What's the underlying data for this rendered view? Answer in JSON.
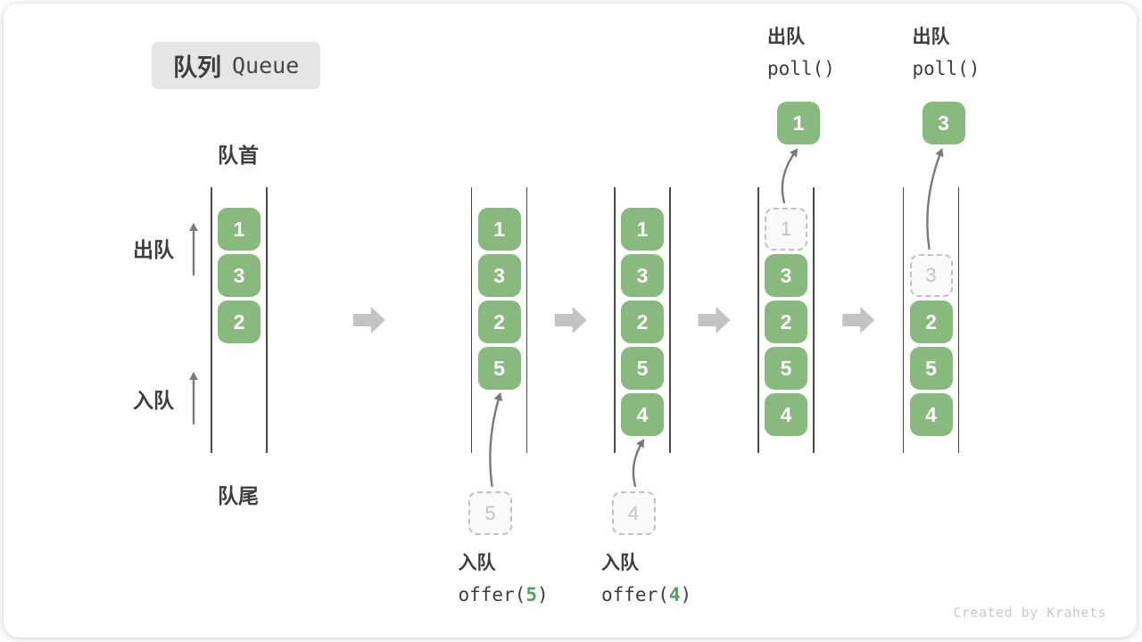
{
  "title": {
    "zh": "队列",
    "en": "Queue"
  },
  "side_labels": {
    "front": "队首",
    "rear": "队尾",
    "dequeue": "出队",
    "enqueue": "入队"
  },
  "watermark": "Created by Krahets",
  "colors": {
    "green": "#87ba7c",
    "box_text": "#ffffff",
    "title_bg": "#e6e6e6",
    "text_dark": "#3d3d3d",
    "block_arrow": "#c3c3c3",
    "thin_arrow": "#7a7a7a",
    "channel_line": "#4a4a4a",
    "dashed_border": "#c1c1c1",
    "dashed_text": "#c4c4c4",
    "code_arg_green": "#52a15a",
    "watermark_gray": "#c9c9c9"
  },
  "icons": {
    "flow_arrow": "block-arrow-right-icon",
    "up_arrow": "up-arrow-icon",
    "curved_arrow": "curved-arrow-icon"
  },
  "states": [
    {
      "name": "initial",
      "boxes": [
        {
          "value": "1",
          "slot": 0,
          "style": "solid"
        },
        {
          "value": "3",
          "slot": 1,
          "style": "solid"
        },
        {
          "value": "2",
          "slot": 2,
          "style": "solid"
        }
      ]
    },
    {
      "name": "after-offer-5",
      "boxes": [
        {
          "value": "1",
          "slot": 0,
          "style": "solid"
        },
        {
          "value": "3",
          "slot": 1,
          "style": "solid"
        },
        {
          "value": "2",
          "slot": 2,
          "style": "solid"
        },
        {
          "value": "5",
          "slot": 3,
          "style": "solid"
        }
      ],
      "operation": {
        "type": "enqueue",
        "zh": "入队",
        "code_pre": "offer(",
        "code_arg": "5",
        "code_post": ")",
        "staging_value": "5"
      }
    },
    {
      "name": "after-offer-4",
      "boxes": [
        {
          "value": "1",
          "slot": 0,
          "style": "solid"
        },
        {
          "value": "3",
          "slot": 1,
          "style": "solid"
        },
        {
          "value": "2",
          "slot": 2,
          "style": "solid"
        },
        {
          "value": "5",
          "slot": 3,
          "style": "solid"
        },
        {
          "value": "4",
          "slot": 4,
          "style": "solid"
        }
      ],
      "operation": {
        "type": "enqueue",
        "zh": "入队",
        "code_pre": "offer(",
        "code_arg": "4",
        "code_post": ")",
        "staging_value": "4"
      }
    },
    {
      "name": "after-poll-1",
      "boxes": [
        {
          "value": "1",
          "slot": 0,
          "style": "dashed"
        },
        {
          "value": "3",
          "slot": 1,
          "style": "solid"
        },
        {
          "value": "2",
          "slot": 2,
          "style": "solid"
        },
        {
          "value": "5",
          "slot": 3,
          "style": "solid"
        },
        {
          "value": "4",
          "slot": 4,
          "style": "solid"
        }
      ],
      "operation": {
        "type": "dequeue",
        "zh": "出队",
        "code_pre": "poll()",
        "code_arg": "",
        "code_post": "",
        "staging_value": "1"
      }
    },
    {
      "name": "after-poll-3",
      "boxes": [
        {
          "value": "3",
          "slot": 1,
          "style": "dashed"
        },
        {
          "value": "2",
          "slot": 2,
          "style": "solid"
        },
        {
          "value": "5",
          "slot": 3,
          "style": "solid"
        },
        {
          "value": "4",
          "slot": 4,
          "style": "solid"
        }
      ],
      "operation": {
        "type": "dequeue",
        "zh": "出队",
        "code_pre": "poll()",
        "code_arg": "",
        "code_post": "",
        "staging_value": "3"
      }
    }
  ]
}
